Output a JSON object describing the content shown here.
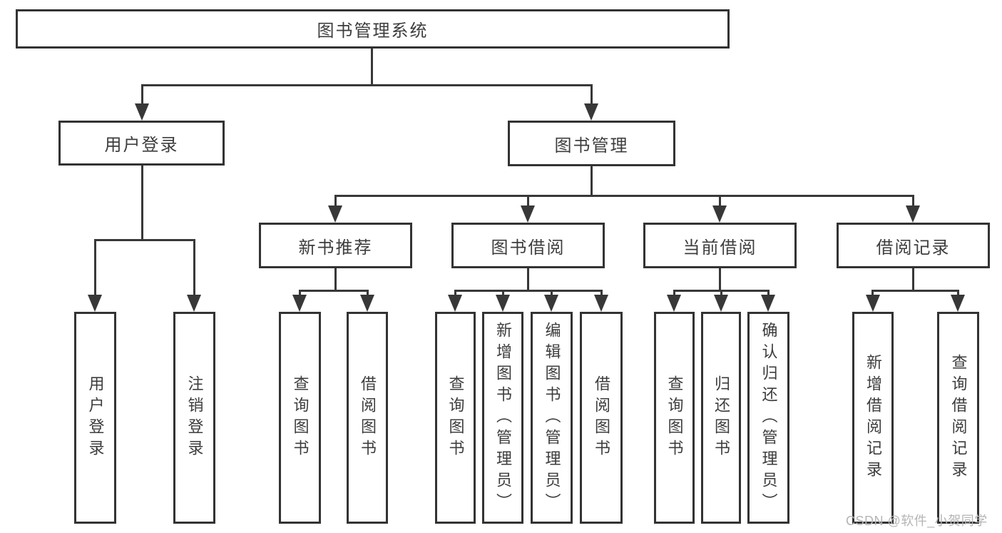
{
  "root": {
    "label": "图书管理系统"
  },
  "branches": [
    {
      "label": "用户登录",
      "children": [
        {
          "label": "用户登录"
        },
        {
          "label": "注销登录"
        }
      ]
    },
    {
      "label": "图书管理",
      "children": [
        {
          "label": "新书推荐",
          "children": [
            {
              "label": "查询图书"
            },
            {
              "label": "借阅图书"
            }
          ]
        },
        {
          "label": "图书借阅",
          "children": [
            {
              "label": "查询图书"
            },
            {
              "label": "新增图书（管理员）"
            },
            {
              "label": "编辑图书（管理员）"
            },
            {
              "label": "借阅图书"
            }
          ]
        },
        {
          "label": "当前借阅",
          "children": [
            {
              "label": "查询图书"
            },
            {
              "label": "归还图书"
            },
            {
              "label": "确认归还（管理员）"
            }
          ]
        },
        {
          "label": "借阅记录",
          "children": [
            {
              "label": "新增借阅记录"
            },
            {
              "label": "查询借阅记录"
            }
          ]
        }
      ]
    }
  ],
  "watermark": {
    "text": "CSDN @软件_小贺同学"
  },
  "colors": {
    "line": "#383838",
    "box_border": "#333333",
    "text": "#3d3d3d",
    "watermark": "#b5b5b5",
    "background": "#ffffff"
  }
}
